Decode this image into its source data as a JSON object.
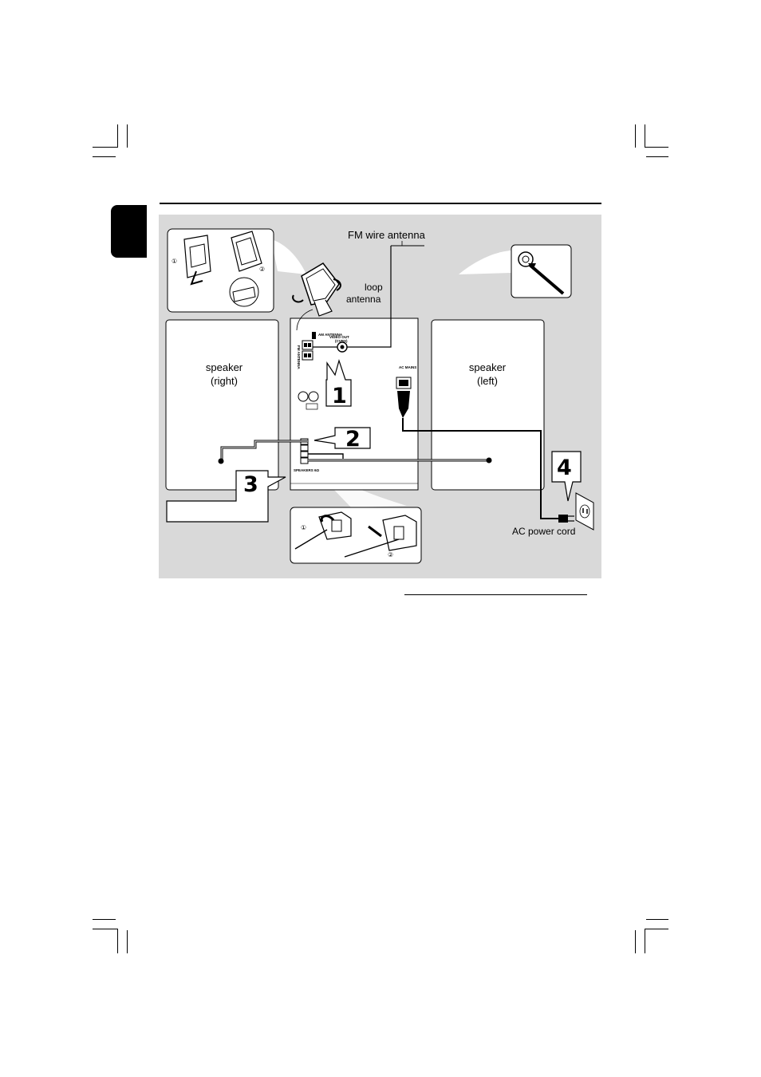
{
  "labels": {
    "fm_wire_antenna": "FM wire antenna",
    "loop_antenna_line1": "loop",
    "loop_antenna_line2": "antenna",
    "speaker_right_line1": "speaker",
    "speaker_right_line2": "(right)",
    "speaker_left_line1": "speaker",
    "speaker_left_line2": "(left)",
    "ac_power_cord": "AC power cord"
  },
  "panel_text": {
    "am_antenna": "AM ANTENNA",
    "fm_antenna": "FM ANTENNA",
    "video_out": "VIDEO OUT",
    "video_out_sub": "(CVBS)",
    "ac_mains": "AC MAINS",
    "speakers": "SPEAKERS 6Ω"
  },
  "steps": [
    "1",
    "2",
    "3",
    "4"
  ],
  "sub_steps": [
    "①",
    "②"
  ],
  "colors": {
    "panel_bg": "#d9d9d9",
    "ink": "#000000",
    "box_fill": "#ffffff"
  }
}
